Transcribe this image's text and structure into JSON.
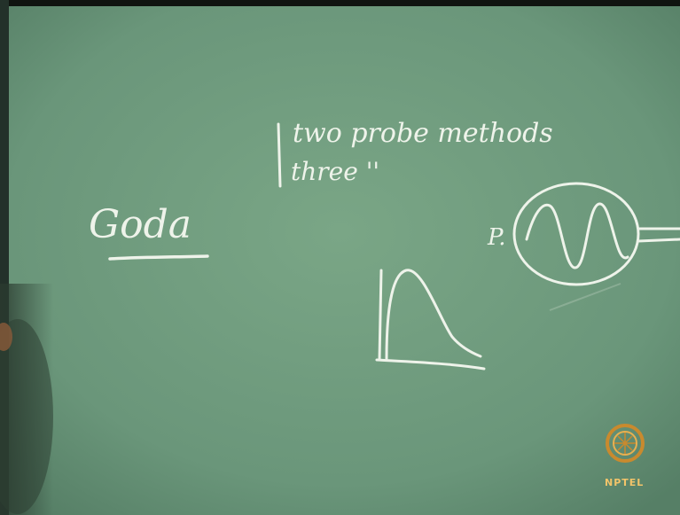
{
  "board": {
    "color": "#6f9b7b",
    "chalk_color": "#eef3ea"
  },
  "notes": {
    "title_word": "Goda",
    "line1": "two probe methods",
    "line2": "three  ''",
    "p_label": "P."
  },
  "logo": {
    "text": "NPTEL",
    "icon": "nptel-logo-icon"
  }
}
